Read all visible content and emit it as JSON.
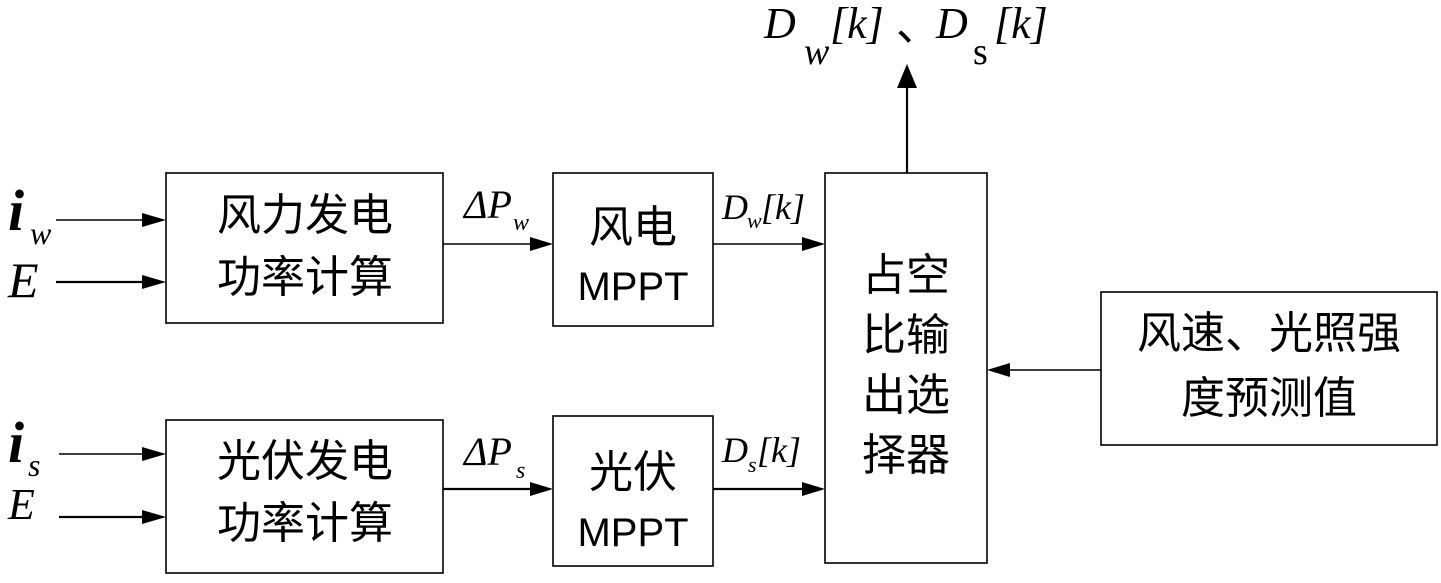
{
  "diagram": {
    "type": "block-diagram",
    "inputs": {
      "wind_current": {
        "symbol": "i",
        "subscript": "w"
      },
      "wind_voltage": {
        "symbol": "E"
      },
      "pv_current": {
        "symbol": "i",
        "subscript": "s"
      },
      "pv_voltage": {
        "symbol": "E"
      }
    },
    "blocks": {
      "wind_power_calc": {
        "line1": "风力发电",
        "line2": "功率计算"
      },
      "pv_power_calc": {
        "line1": "光伏发电",
        "line2": "功率计算"
      },
      "wind_mppt": {
        "line1": "风电",
        "line2": "MPPT"
      },
      "pv_mppt": {
        "line1": "光伏",
        "line2": "MPPT"
      },
      "duty_selector": {
        "lines": [
          "占空",
          "比输",
          "出选",
          "择器"
        ]
      },
      "prediction": {
        "line1": "风速、光照强",
        "line2": "度预测值"
      }
    },
    "signals": {
      "delta_pw": {
        "prefix": "ΔP",
        "subscript": "w"
      },
      "delta_ps": {
        "prefix": "ΔP",
        "subscript": "s"
      },
      "dw_k": {
        "base": "D",
        "subscript": "w",
        "index": "[k]"
      },
      "ds_k": {
        "base": "D",
        "subscript": "s",
        "index": "[k]"
      },
      "output": {
        "first": {
          "base": "D",
          "subscript": "w",
          "index": "[k]"
        },
        "separator": "、",
        "second": {
          "base": "D",
          "subscript": "s",
          "index": "[k]"
        }
      }
    },
    "edges": [
      {
        "from": "i_w",
        "to": "wind_power_calc"
      },
      {
        "from": "E",
        "to": "wind_power_calc"
      },
      {
        "from": "i_s",
        "to": "pv_power_calc"
      },
      {
        "from": "E",
        "to": "pv_power_calc"
      },
      {
        "from": "wind_power_calc",
        "to": "wind_mppt",
        "label": "ΔPw"
      },
      {
        "from": "pv_power_calc",
        "to": "pv_mppt",
        "label": "ΔPs"
      },
      {
        "from": "wind_mppt",
        "to": "duty_selector",
        "label": "Dw[k]"
      },
      {
        "from": "pv_mppt",
        "to": "duty_selector",
        "label": "Ds[k]"
      },
      {
        "from": "prediction",
        "to": "duty_selector"
      },
      {
        "from": "duty_selector",
        "to": "output",
        "label": "Dw[k]、Ds[k]"
      }
    ]
  }
}
